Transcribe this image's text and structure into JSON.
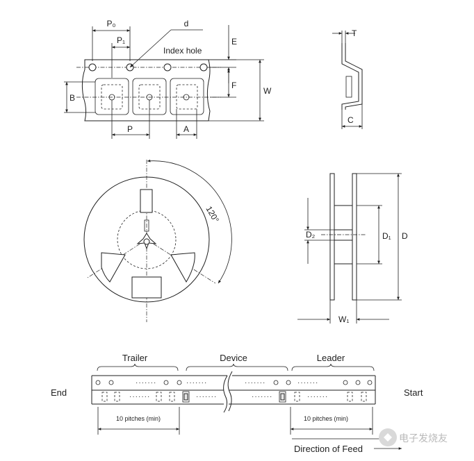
{
  "tape_top_view": {
    "P0": "P₀",
    "d": "d",
    "P1": "P₁",
    "index_hole": "Index hole",
    "E": "E",
    "F": "F",
    "W": "W",
    "B": "B",
    "P": "P",
    "A": "A"
  },
  "tape_side_view": {
    "T": "T",
    "C": "C"
  },
  "reel_front_view": {
    "angle": "120°"
  },
  "reel_side_view": {
    "D2": "D₂",
    "D1": "D₁",
    "D": "D",
    "W1": "W₁"
  },
  "tape_strip": {
    "trailer": "Trailer",
    "device": "Device",
    "leader": "Leader",
    "end": "End",
    "start": "Start",
    "trailer_pitch": "10 pitches (min)",
    "leader_pitch": "10 pitches (min)",
    "direction": "Direction  of  Feed",
    "ellipsis": "·······"
  },
  "watermark": "电子发烧友"
}
